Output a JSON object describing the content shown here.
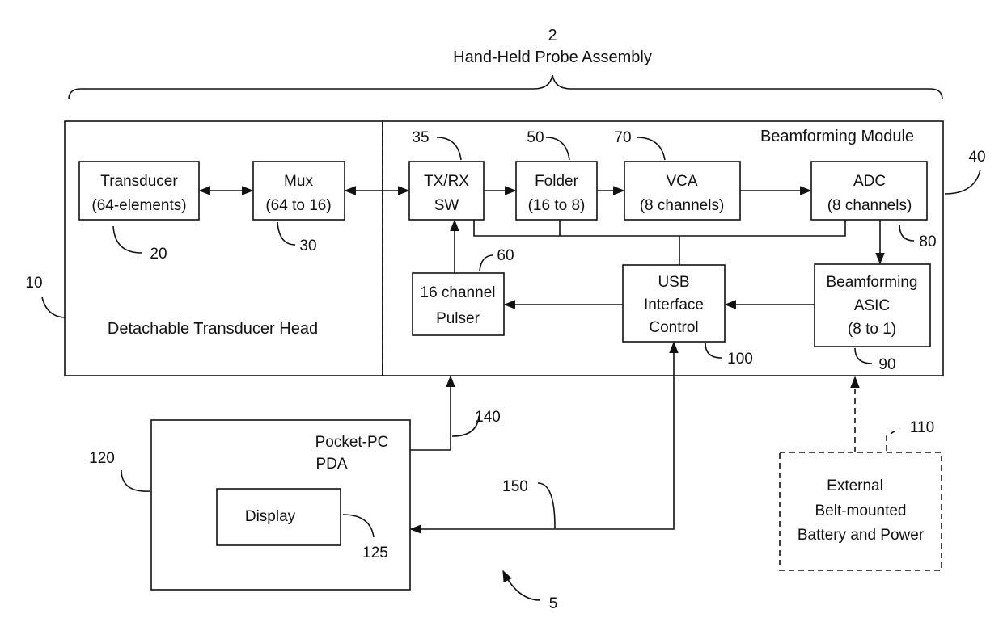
{
  "figure": {
    "assembly_ref": "2",
    "assembly_title": "Hand-Held Probe Assembly",
    "system_ref": "5"
  },
  "head": {
    "ref": "10",
    "label": "Detachable Transducer Head",
    "transducer": {
      "ref": "20",
      "line1": "Transducer",
      "line2": "(64-elements)"
    },
    "mux": {
      "ref": "30",
      "line1": "Mux",
      "line2": "(64 to 16)"
    }
  },
  "module": {
    "ref": "40",
    "label": "Beamforming Module",
    "txrx": {
      "ref": "35",
      "line1": "TX/RX",
      "line2": "SW"
    },
    "folder": {
      "ref": "50",
      "line1": "Folder",
      "line2": "(16 to 8)"
    },
    "vca": {
      "ref": "70",
      "line1": "VCA",
      "line2": "(8 channels)"
    },
    "adc": {
      "ref": "80",
      "line1": "ADC",
      "line2": "(8 channels)"
    },
    "pulser": {
      "ref": "60",
      "line1": "16 channel",
      "line2": "Pulser"
    },
    "usb": {
      "ref": "100",
      "line1": "USB",
      "line2": "Interface",
      "line3": "Control"
    },
    "asic": {
      "ref": "90",
      "line1": "Beamforming",
      "line2": "ASIC",
      "line3": "(8 to 1)"
    }
  },
  "pda": {
    "ref": "120",
    "line1": "Pocket-PC",
    "line2": "PDA",
    "display": {
      "ref": "125",
      "label": "Display"
    }
  },
  "links": {
    "power_link_ref": "140",
    "usb_link_ref": "150"
  },
  "battery": {
    "ref": "110",
    "line1": "External",
    "line2": "Belt-mounted",
    "line3": "Battery and Power"
  }
}
